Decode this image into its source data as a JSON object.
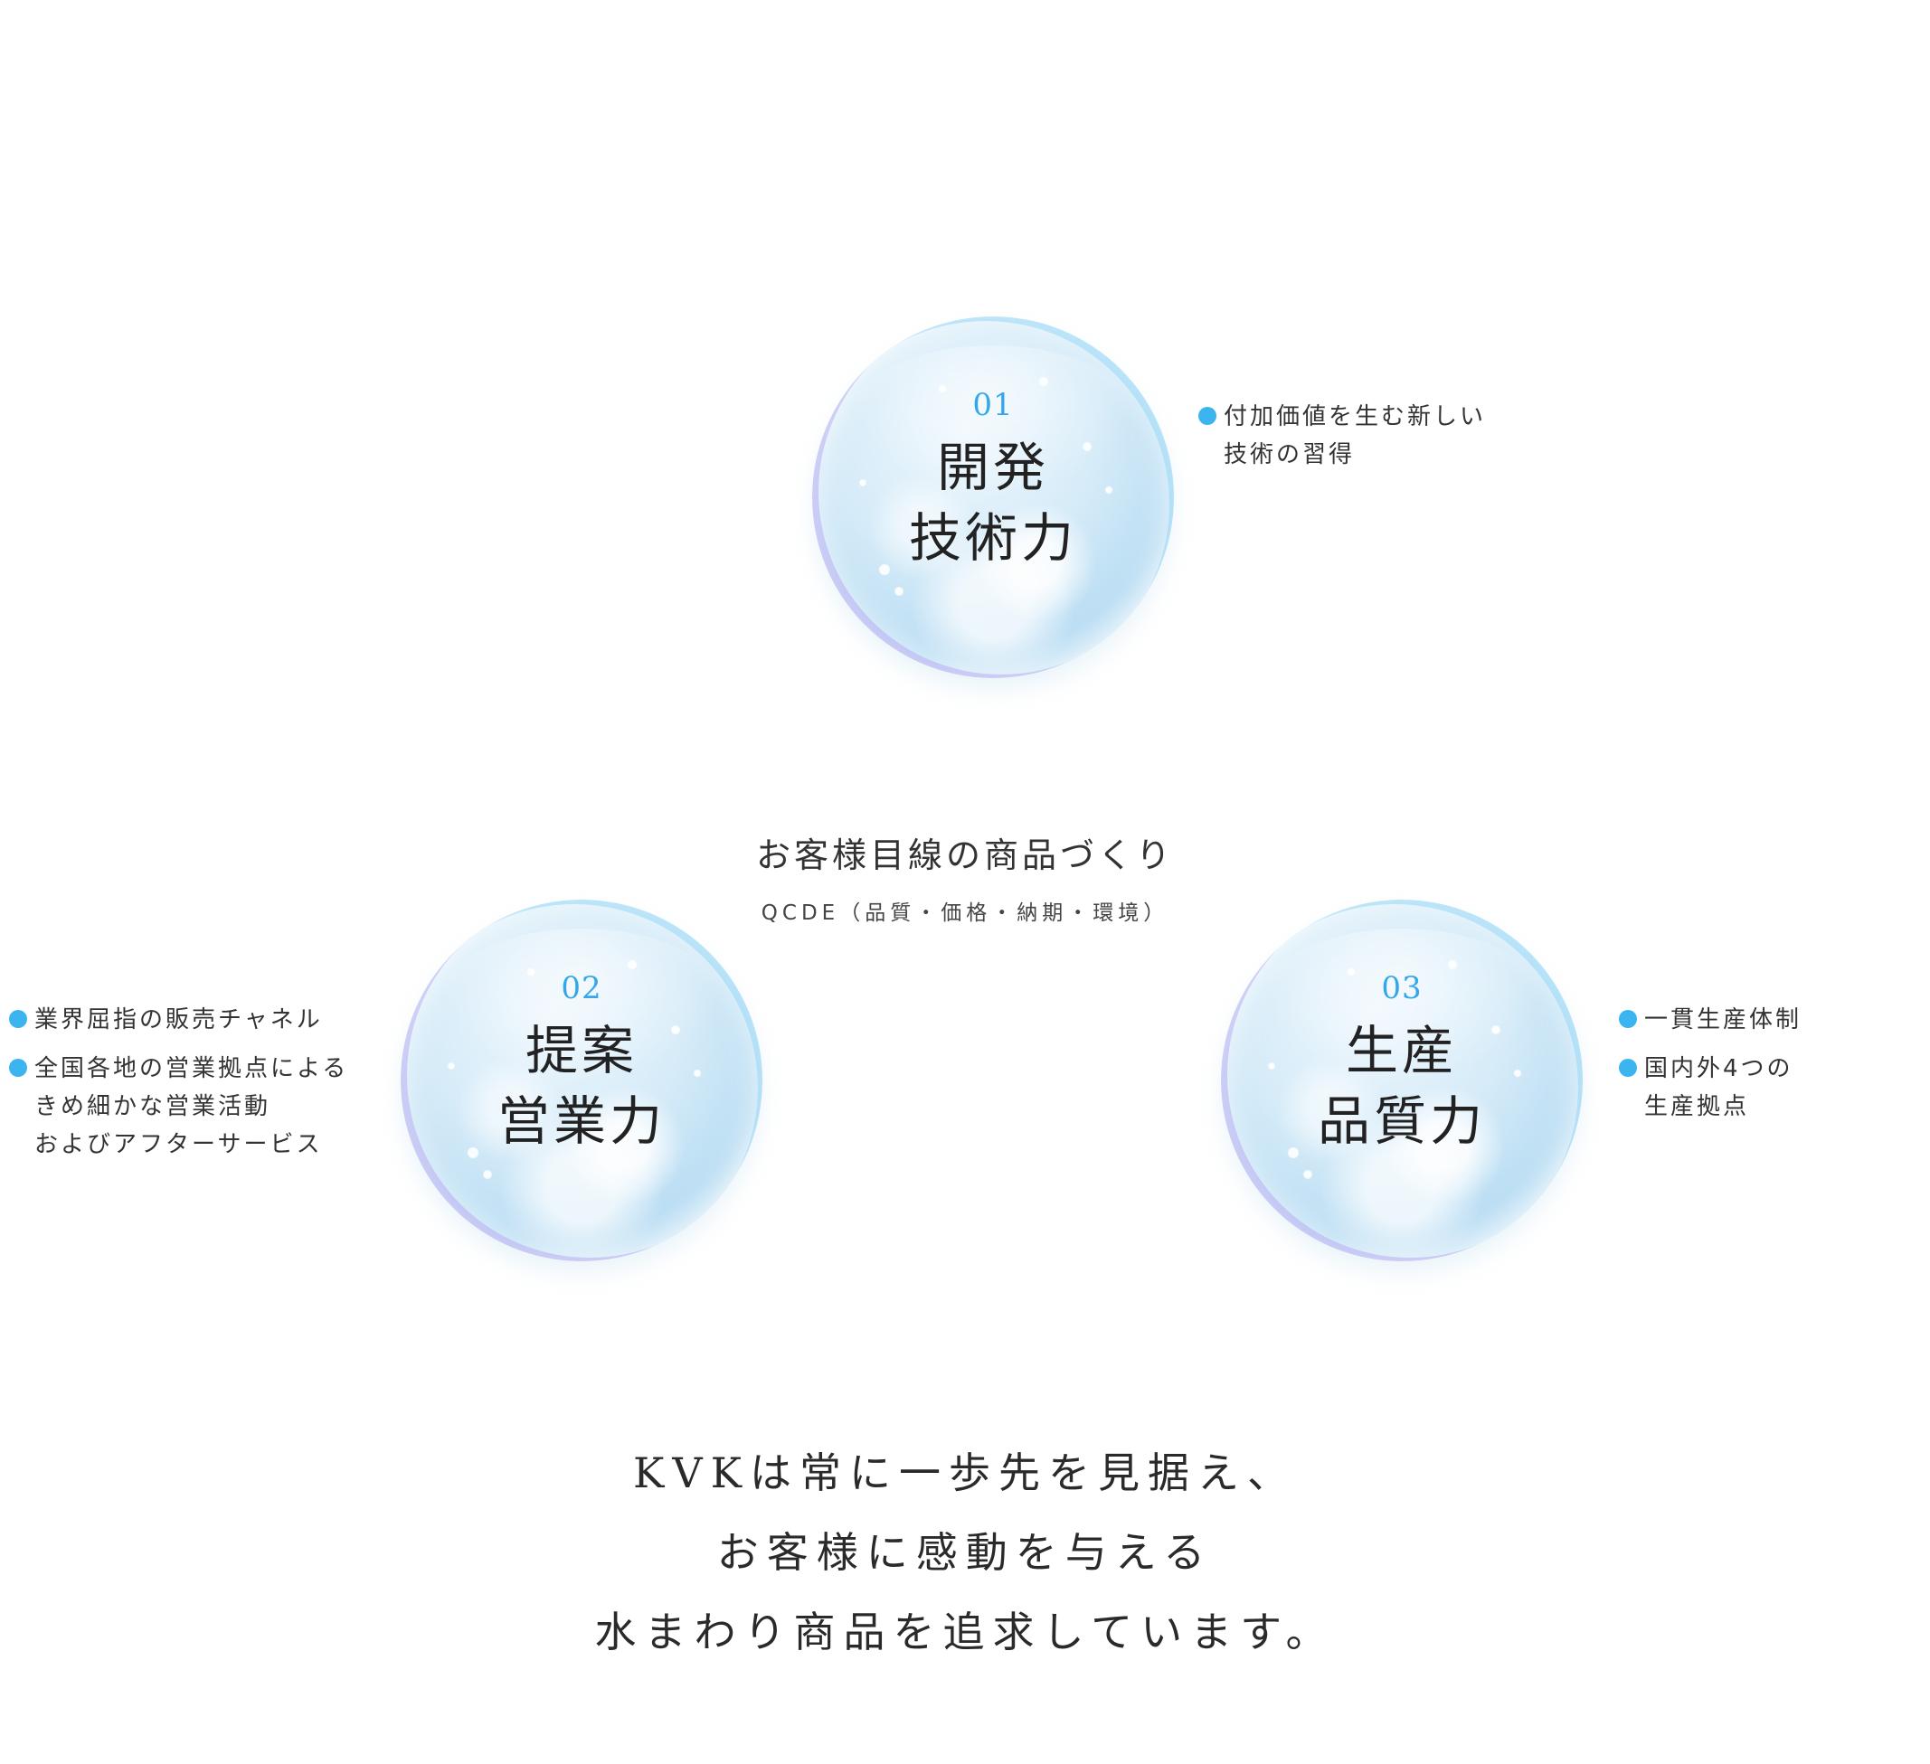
{
  "accent_color": "#33a7ea",
  "bullet_color": "#3cb4f0",
  "bubbles": [
    {
      "number": "01",
      "title_line1": "開発",
      "title_line2": "技術力",
      "notes": [
        {
          "line1": "付加価値を生む新しい",
          "line2": "技術の習得"
        }
      ]
    },
    {
      "number": "02",
      "title_line1": "提案",
      "title_line2": "営業力",
      "notes": [
        {
          "line1": "業界屈指の販売チャネル"
        },
        {
          "line1": "全国各地の営業拠点による",
          "line2": "きめ細かな営業活動",
          "line3": "およびアフターサービス"
        }
      ]
    },
    {
      "number": "03",
      "title_line1": "生産",
      "title_line2": "品質力",
      "notes": [
        {
          "line1": "一貫生産体制"
        },
        {
          "line1": "国内外4つの",
          "line2": "生産拠点"
        }
      ]
    }
  ],
  "center": {
    "heading": "お客様目線の商品づくり",
    "subheading": "QCDE（品質・価格・納期・環境）"
  },
  "message": {
    "line1": "KVKは常に一歩先を見据え、",
    "line2": "お客様に感動を与える",
    "line3": "水まわり商品を追求しています。"
  }
}
